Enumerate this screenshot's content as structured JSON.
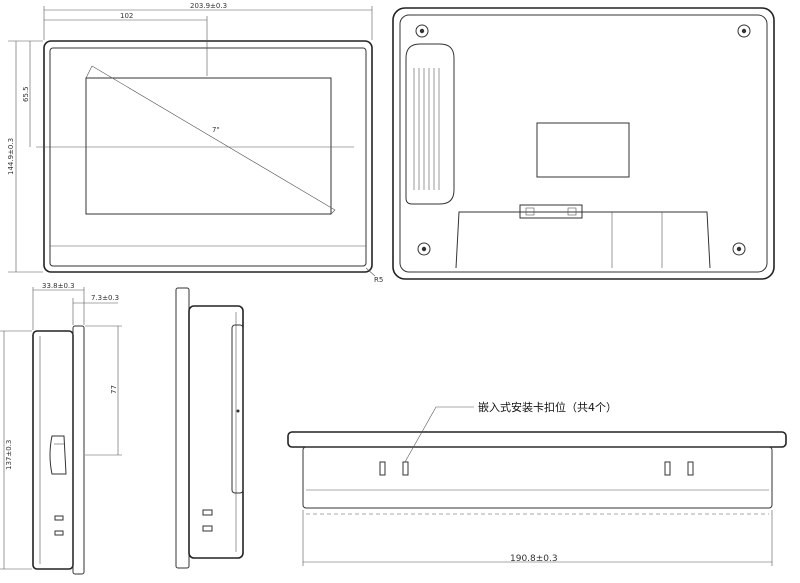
{
  "drawing": {
    "front_view": {
      "overall_width": "203.9±0.3",
      "screen_center_offset": "102",
      "overall_height": "144.9±0.3",
      "screen_half_height": "65.5",
      "diagonal_label": "7\"",
      "corner_radius_note": "R5"
    },
    "side_view": {
      "depth": "33.8±0.3",
      "bezel_thickness": "7.3±0.3",
      "cutout_height": "137±0.3",
      "slot_offset": "77"
    },
    "bottom_view": {
      "callout": "嵌入式安装卡扣位（共4个）",
      "cutout_width": "190.8±0.3"
    }
  }
}
